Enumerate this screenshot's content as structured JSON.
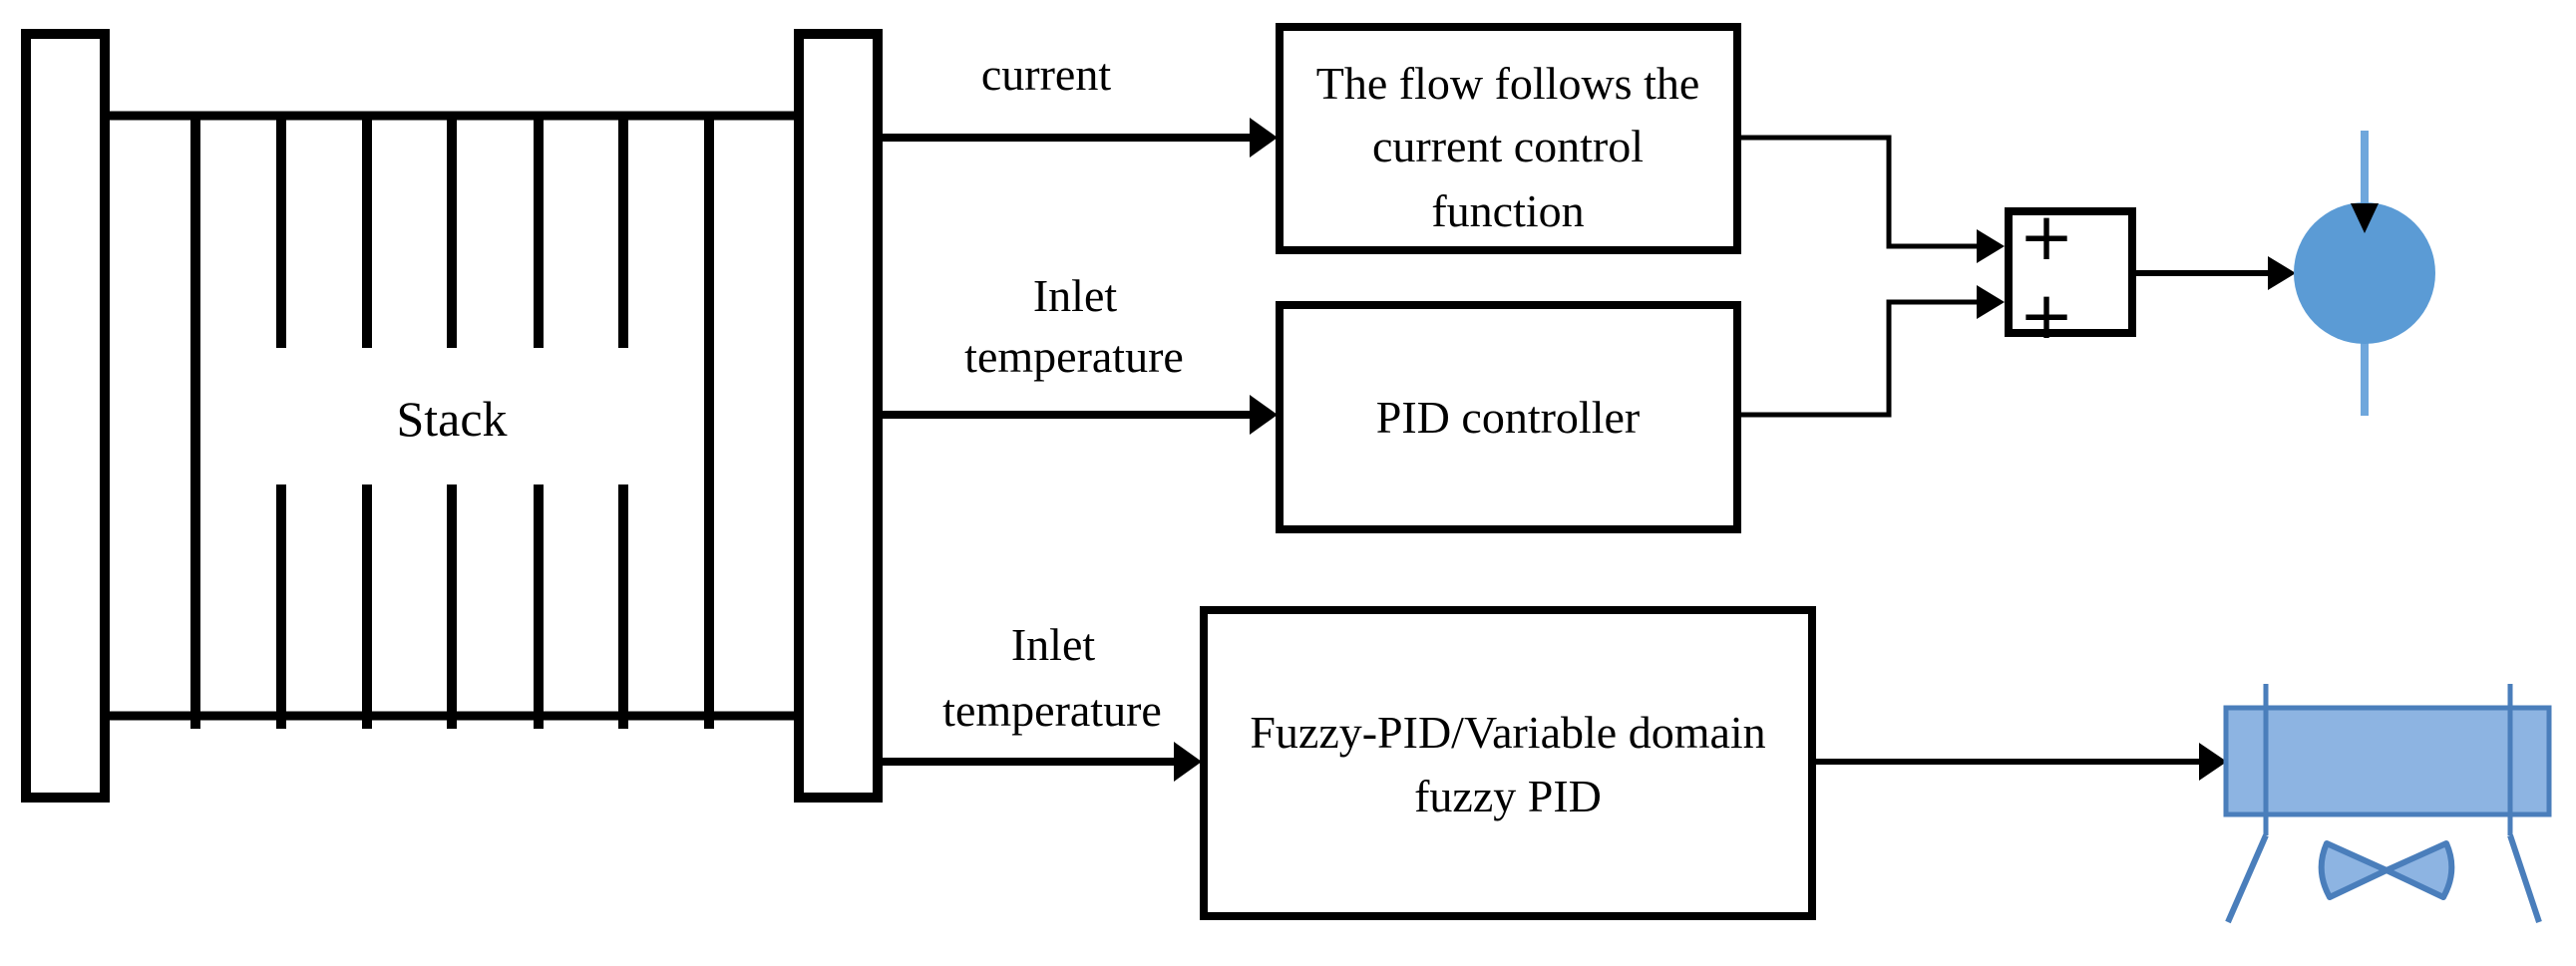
{
  "diagram": {
    "stack": {
      "label": "Stack"
    },
    "signals": {
      "current": {
        "label": "current"
      },
      "inlet_mid": {
        "line1": "Inlet",
        "line2": "temperature"
      },
      "inlet_bottom": {
        "line1": "Inlet",
        "line2": "temperature"
      }
    },
    "boxes": {
      "flow_function": {
        "line1": "The flow follows the",
        "line2": "current control",
        "line3": "function"
      },
      "pid": {
        "label": "PID controller"
      },
      "fuzzy": {
        "line1": "Fuzzy-PID/Variable domain",
        "line2": "fuzzy PID"
      }
    },
    "summing": {
      "top_sign": "+",
      "bottom_sign": "+"
    },
    "colors": {
      "line": "#000000",
      "pump_fill": "#5B9BD5",
      "pump_line": "#6FA7DC",
      "hx_fill": "#8DB4E2",
      "hx_stroke": "#4A7EBB"
    }
  }
}
